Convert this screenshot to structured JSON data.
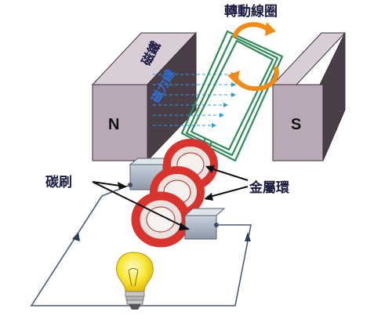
{
  "labels": {
    "rotating_coil": "轉動線圈",
    "magnet_top": "磁鐵",
    "field_lines": "磁力線",
    "north_pole": "N",
    "south_pole": "S",
    "carbon_brush": "碳刷",
    "metal_rings": "金屬環"
  },
  "colors": {
    "magnet_face": "#b9a9b7",
    "magnet_side": "#4a3e49",
    "magnet_top": "#d9cdd8",
    "coil": "#2e8b57",
    "ring": "#d8332d",
    "rotation_arrow": "#f28a16",
    "field_line": "#2a9be0",
    "wire": "#4a5a7a",
    "bulb": "#f4e02c"
  },
  "icons": {
    "rotation": "circular-arrows-icon",
    "lamp": "light-bulb-icon"
  }
}
